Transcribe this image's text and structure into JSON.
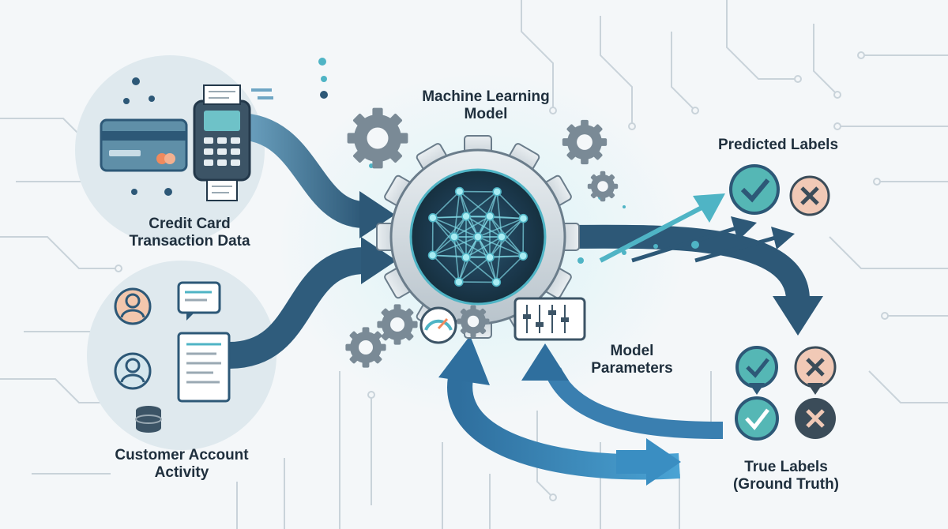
{
  "labels": {
    "credit_card": [
      "Credit Card",
      "Transaction Data"
    ],
    "customer_account": [
      "Customer Account",
      "Activity"
    ],
    "ml_model": [
      "Machine Learning",
      "Model"
    ],
    "predicted": [
      "Predicted Labels"
    ],
    "parameters": [
      "Model",
      "Parameters"
    ],
    "true_labels": [
      "True Labels",
      "(Ground Truth)"
    ]
  },
  "colors": {
    "arrow_dark": "#2d5877",
    "arrow_light": "#3f8dbf",
    "teal": "#4fb4c5",
    "gear": "#6b7d8b",
    "check_bg": "#55b7b5",
    "cross_bg": "#f1c9b6",
    "cross_dark": "#3b4c59"
  },
  "icons": [
    "credit-card-icon",
    "card-terminal-icon",
    "receipt-icon",
    "user-icon",
    "chat-icon",
    "document-icon",
    "database-icon",
    "gear-icon",
    "neural-network-icon",
    "gauge-icon",
    "sliders-icon",
    "check-icon",
    "cross-icon"
  ]
}
